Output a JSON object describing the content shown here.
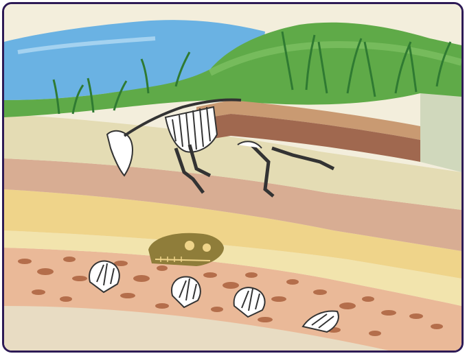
{
  "scene": {
    "colors": {
      "frame_border": "#2d1a55",
      "sky": "#6ab2e3",
      "grass": "#5faa48",
      "grass_dark": "#2f7a32",
      "top_soil": "#e4dcb4",
      "pink_band": "#d8ad93",
      "yellow_band": "#efd48a",
      "cream_band": "#f2e4ad",
      "pebble_band": "#eab998",
      "pebble": "#b46e4b",
      "bottom_band": "#e8dcc3",
      "slab_top": "#c99a72",
      "slab_side": "#a0684f",
      "skull_fossil": "#8f7d3a",
      "bone": "#ffffff",
      "bone_outline": "#333333",
      "shell": "#ffffff"
    },
    "icons": [
      "skeleton-fossil",
      "dinosaur-skull-fossil",
      "shell-fossil"
    ]
  }
}
